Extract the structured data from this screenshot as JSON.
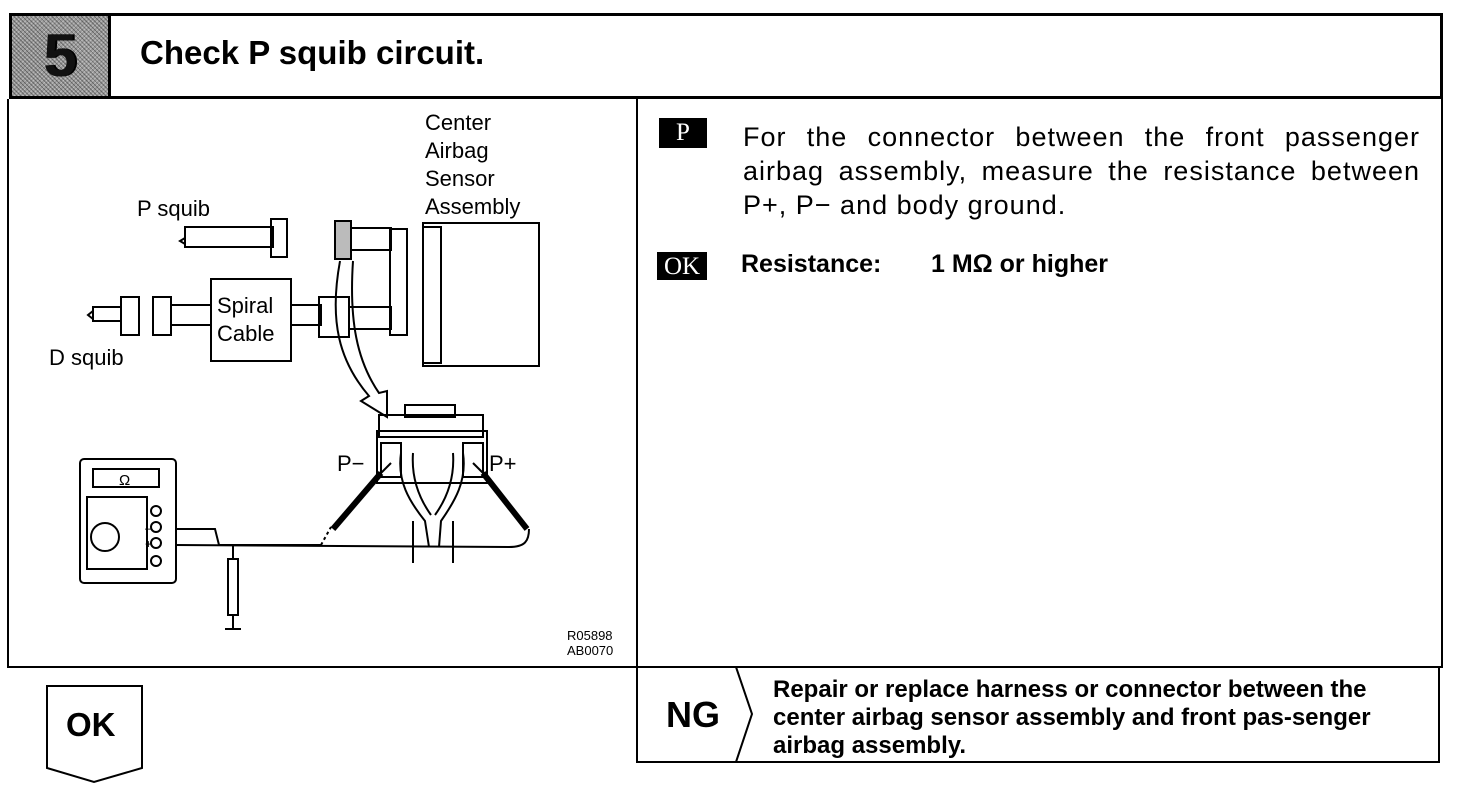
{
  "header": {
    "step": "5",
    "title": "Check P squib circuit."
  },
  "diagram": {
    "labels": {
      "center_sensor": [
        "Center",
        "Airbag",
        "Sensor",
        "Assembly"
      ],
      "p_squib": "P squib",
      "d_squib": "D squib",
      "spiral_cable": [
        "Spiral",
        "Cable"
      ],
      "p_minus": "P−",
      "p_plus": "P+",
      "meter_symbol": "Ω",
      "code": [
        "R05898",
        "AB0070"
      ]
    }
  },
  "procedure": {
    "tag": "P",
    "text": "For the connector between the front passenger airbag assembly, measure the resistance between P+, P− and body ground."
  },
  "ok_spec": {
    "tag": "OK",
    "label": "Resistance:",
    "value": "1 MΩ or higher"
  },
  "ng": {
    "label": "NG",
    "text": "Repair or replace harness or connector between the center airbag sensor assembly and front pas-senger airbag assembly."
  },
  "ok_result": {
    "label": "OK"
  }
}
